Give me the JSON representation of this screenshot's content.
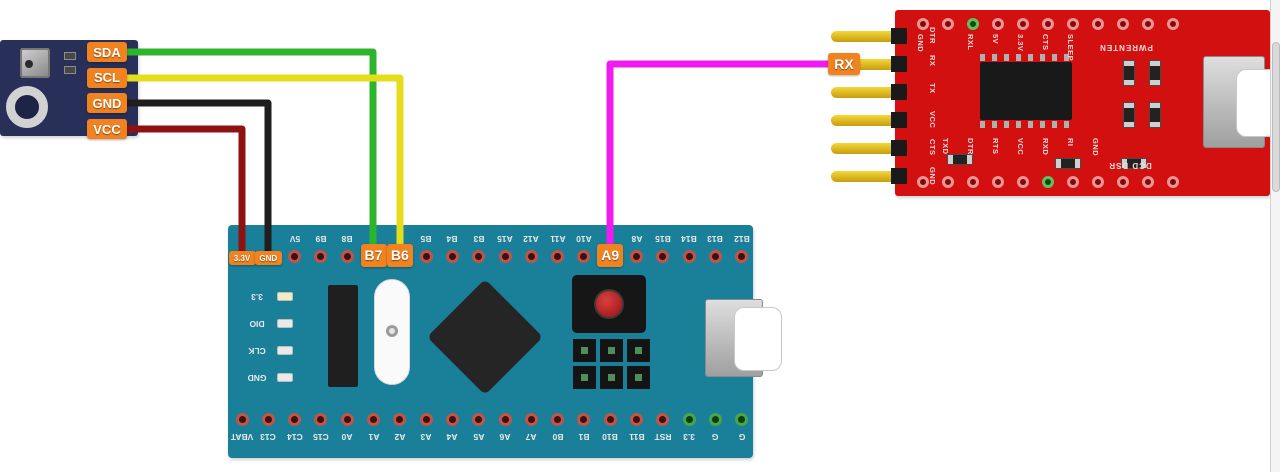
{
  "sensor": {
    "board_color": "#28305a",
    "pin_labels": [
      "SDA",
      "SCL",
      "GND",
      "VCC"
    ]
  },
  "wires": [
    {
      "name": "sda-to-b7",
      "color": "#2db42d"
    },
    {
      "name": "scl-to-b6",
      "color": "#e5dc1e"
    },
    {
      "name": "gnd-to-gnd",
      "color": "#1e1e1e"
    },
    {
      "name": "vcc-to-3v3",
      "color": "#8f1212"
    },
    {
      "name": "a9-to-rx",
      "color": "#ee1cee"
    }
  ],
  "stm32": {
    "board_color": "#1a7f99",
    "top_pins": [
      {
        "label": "3.3V",
        "highlight": true,
        "small": true
      },
      {
        "label": "GND",
        "highlight": true,
        "small": true
      },
      {
        "label": "5V"
      },
      {
        "label": "B9"
      },
      {
        "label": "B8"
      },
      {
        "label": "B7",
        "highlight": true
      },
      {
        "label": "B6",
        "highlight": true
      },
      {
        "label": "B5"
      },
      {
        "label": "B4"
      },
      {
        "label": "B3"
      },
      {
        "label": "A15"
      },
      {
        "label": "A12"
      },
      {
        "label": "A11"
      },
      {
        "label": "A10"
      },
      {
        "label": "A9",
        "highlight": true
      },
      {
        "label": "A8"
      },
      {
        "label": "B15"
      },
      {
        "label": "B14"
      },
      {
        "label": "B13"
      },
      {
        "label": "B12"
      }
    ],
    "bottom_pins": [
      "VBAT",
      "C13",
      "C14",
      "C15",
      "A0",
      "A1",
      "A2",
      "A3",
      "A4",
      "A5",
      "A6",
      "A7",
      "B0",
      "B1",
      "B10",
      "B11",
      "RST",
      "3.3",
      "G",
      "G"
    ],
    "side_labels": [
      "3.3",
      "DIO",
      "CLK",
      "GND"
    ]
  },
  "ftdi": {
    "board_color": "#d21010",
    "rx_badge": "RX",
    "header_pin_labels": [
      "DTR",
      "RX",
      "TX",
      "VCC",
      "CTS",
      "GND"
    ],
    "top_hole_labels": [
      "GND",
      "",
      "RXL",
      "5V",
      "3.3V",
      "CTS",
      "SLEEP",
      "",
      "",
      "",
      ""
    ],
    "top_reversed_label": "PWRENTEN",
    "bottom_hole_labels": [
      "",
      "TXD",
      "DTR",
      "RTS",
      "VCC",
      "RXD",
      "RI",
      "GND",
      "",
      "",
      ""
    ],
    "bottom_reversed_label": "DCD DSR"
  }
}
